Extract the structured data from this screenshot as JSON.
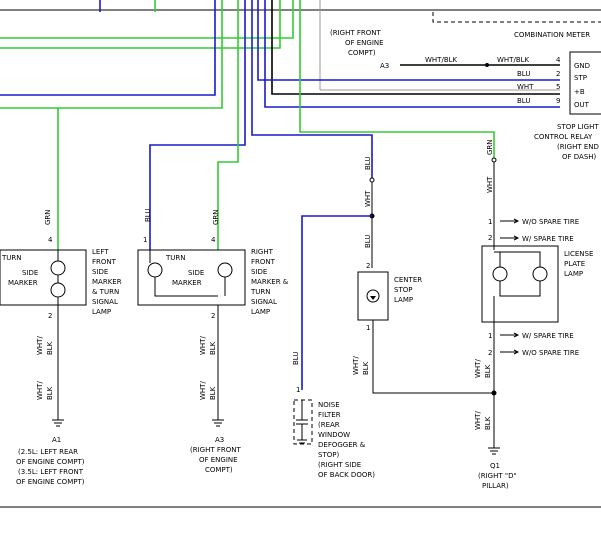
{
  "colors": {
    "green": "#33cc33",
    "blue": "#1a1acc",
    "black": "#000000",
    "grey": "#999999"
  },
  "combination_meter": {
    "title": "COMBINATION METER",
    "location_lines": [
      "(RIGHT FRONT",
      "OF ENGINE",
      "COMPT)"
    ],
    "connector": "A3",
    "wire_wht_blk": "WHT/BLK"
  },
  "stop_light_relay": {
    "title_lines": [
      "STOP LIGHT",
      "CONTROL RELAY",
      "(RIGHT END",
      "OF DASH)"
    ],
    "pins": [
      {
        "num": "4",
        "label": "GND",
        "wire": "WHT/BLK"
      },
      {
        "num": "2",
        "label": "STP",
        "wire": "BLU"
      },
      {
        "num": "5",
        "label": "+B",
        "wire": "WHT"
      },
      {
        "num": "9",
        "label": "OUT",
        "wire": "BLU"
      }
    ]
  },
  "left_front_lamp": {
    "label_turn": "TURN",
    "label_side": "SIDE",
    "label_marker": "MARKER",
    "title_lines": [
      "LEFT",
      "FRONT",
      "SIDE",
      "MARKER",
      "& TURN",
      "SIGNAL",
      "LAMP"
    ],
    "pin_top": "4",
    "pin_bottom": "2",
    "wire_grn": "GRN",
    "wire_wht": "WHT/",
    "wire_blk": "BLK",
    "ground": "A1",
    "ground_lines": [
      "(2.5L: LEFT REAR",
      "OF ENGINE COMPT)",
      "(3.5L: LEFT FRONT",
      "OF ENGINE COMPT)"
    ]
  },
  "right_front_lamp": {
    "label_turn": "TURN",
    "label_side": "SIDE",
    "label_marker": "MARKER",
    "title_lines": [
      "RIGHT",
      "FRONT",
      "SIDE",
      "MARKER &",
      "TURN",
      "SIGNAL",
      "LAMP"
    ],
    "pin_left": "1",
    "pin_top": "4",
    "pin_bottom": "2",
    "wire_blu": "BLU",
    "wire_grn": "GRN",
    "wire_wht": "WHT/",
    "wire_blk": "BLK",
    "ground": "A3",
    "ground_lines": [
      "(RIGHT FRONT",
      "OF ENGINE",
      "COMPT)"
    ]
  },
  "center_stop_lamp": {
    "title_lines": [
      "CENTER",
      "STOP",
      "LAMP"
    ],
    "pin_top": "2",
    "pin_bottom": "1",
    "wire_blu": "BLU",
    "wire_wht": "WHT",
    "wire_wht_blk_1": "WHT/",
    "wire_wht_blk_2": "BLK"
  },
  "noise_filter": {
    "title_lines": [
      "NOISE",
      "FILTER",
      "(REAR",
      "WINDOW",
      "DEFOGGER &",
      "STOP)",
      "(RIGHT SIDE",
      "OF BACK DOOR)"
    ],
    "pin": "1",
    "wire_blu": "BLU"
  },
  "license_lamp": {
    "title_lines": [
      "LICENSE",
      "PLATE",
      "LAMP"
    ],
    "wire_grn": "GRN",
    "wire_wht": "WHT",
    "pin_options": [
      {
        "num": "1",
        "label": "W/O SPARE TIRE"
      },
      {
        "num": "2",
        "label": "W/ SPARE TIRE"
      },
      {
        "num": "1",
        "label": "W/ SPARE TIRE"
      },
      {
        "num": "2",
        "label": "W/O SPARE TIRE"
      }
    ],
    "wire_wht_blk_1": "WHT/",
    "wire_wht_blk_2": "BLK",
    "ground": "Q1",
    "ground_lines": [
      "(RIGHT \"D\"",
      "PILLAR)"
    ]
  }
}
